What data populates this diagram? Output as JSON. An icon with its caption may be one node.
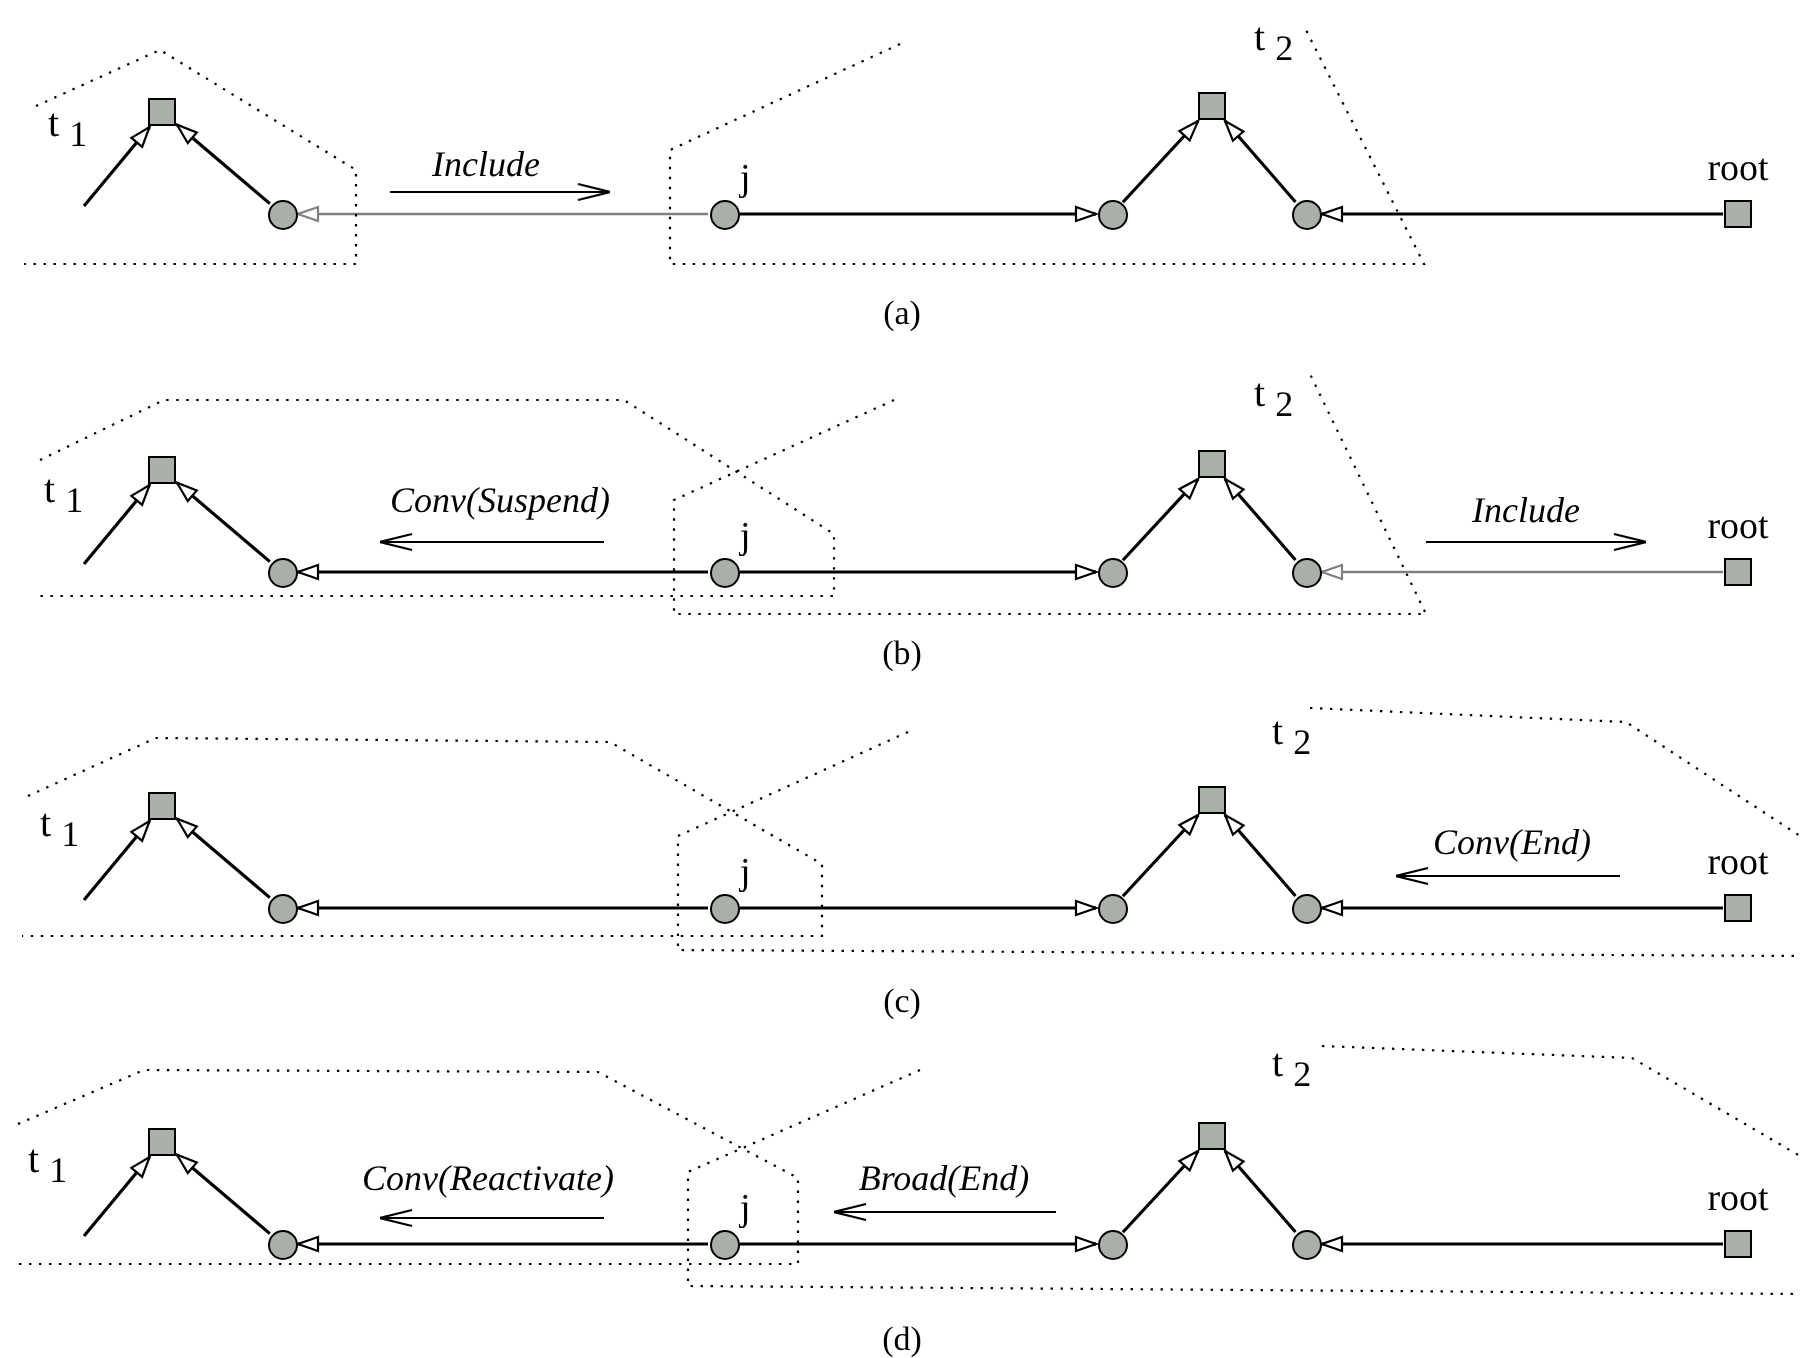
{
  "diagram": {
    "nodes": [
      {
        "text": [
          "t $_{1}$"
        ]
      },
      {
        "text": [],
        "shape": "box",
        "in": 0
      },
      {
        "text": [],
        "shape": "circle",
        "in": 0
      },
      {
        "text": [
          "t $_{2}$"
        ]
      },
      {
        "text": [],
        "shape": "circle",
        "in": 3,
        "beside": [
          "j"
        ]
      },
      {
        "text": [],
        "shape": "circle",
        "in": 3
      },
      {
        "text": [],
        "shape": "box",
        "in": 3
      },
      {
        "text": [],
        "shape": "circle",
        "in": 3
      },
      {
        "text": [],
        "shape": "box",
        "beside": [
          "root"
        ]
      },
      {
        "text": [
          "t $_{1}$"
        ]
      },
      {
        "text": [],
        "shape": "box",
        "in": 9
      },
      {
        "text": [],
        "shape": "circle",
        "in": 9
      },
      {
        "text": [
          "t $_{2}$"
        ]
      },
      {
        "text": [],
        "shape": "circle",
        "beside": [
          "j"
        ]
      },
      {
        "text": [],
        "shape": "circle",
        "in": 12
      },
      {
        "text": [],
        "shape": "box",
        "in": 12
      },
      {
        "text": [],
        "shape": "circle",
        "in": 12
      },
      {
        "text": [],
        "shape": "box",
        "beside": [
          "root"
        ]
      },
      {
        "text": [
          "t $_{1}$"
        ]
      },
      {
        "text": [],
        "shape": "box",
        "in": 18
      },
      {
        "text": [],
        "shape": "circle",
        "in": 18
      },
      {
        "text": [
          "t $_{2}$"
        ]
      },
      {
        "text": [],
        "shape": "circle",
        "beside": [
          "j"
        ]
      },
      {
        "text": [],
        "shape": "circle",
        "in": 21
      },
      {
        "text": [],
        "shape": "box",
        "in": 21
      },
      {
        "text": [],
        "shape": "circle",
        "in": 21
      },
      {
        "text": [],
        "shape": "box",
        "in": 21,
        "beside": [
          "root"
        ]
      },
      {
        "text": [
          "t $_{1}$"
        ]
      },
      {
        "text": [],
        "shape": "box",
        "in": 27
      },
      {
        "text": [],
        "shape": "circle",
        "in": 27
      },
      {
        "text": [
          "t $_{2}$"
        ]
      },
      {
        "text": [],
        "shape": "circle",
        "beside": [
          "j"
        ]
      },
      {
        "text": [],
        "shape": "circle",
        "in": 30
      },
      {
        "text": [],
        "shape": "box",
        "in": 30
      },
      {
        "text": [],
        "shape": "circle",
        "in": 30
      },
      {
        "text": [],
        "shape": "box",
        "in": 30,
        "beside": [
          "root"
        ]
      }
    ],
    "edges": [
      {
        "from": null,
        "to": 1,
        "arrow": "to"
      },
      {
        "from": 2,
        "to": 1,
        "arrow": "to"
      },
      {
        "from": 4,
        "to": 2,
        "arrow": "to",
        "color": "#808080"
      },
      {
        "from": 4,
        "to": 5,
        "arrow": "to"
      },
      {
        "from": 5,
        "to": 6,
        "arrow": "to"
      },
      {
        "from": 7,
        "to": 6,
        "arrow": "to"
      },
      {
        "from": 8,
        "to": 7,
        "arrow": "to"
      },
      {
        "from": null,
        "to": 10,
        "arrow": "to"
      },
      {
        "from": 11,
        "to": 10,
        "arrow": "to"
      },
      {
        "from": 13,
        "to": 11,
        "arrow": "to"
      },
      {
        "from": 13,
        "to": 14,
        "arrow": "to"
      },
      {
        "from": 14,
        "to": 15,
        "arrow": "to"
      },
      {
        "from": 16,
        "to": 15,
        "arrow": "to"
      },
      {
        "from": 17,
        "to": 16,
        "arrow": "to",
        "color": "#808080"
      },
      {
        "from": null,
        "to": 19,
        "arrow": "to"
      },
      {
        "from": 20,
        "to": 19,
        "arrow": "to"
      },
      {
        "from": 22,
        "to": 20,
        "arrow": "to"
      },
      {
        "from": 22,
        "to": 23,
        "arrow": "to"
      },
      {
        "from": 23,
        "to": 24,
        "arrow": "to"
      },
      {
        "from": 25,
        "to": 24,
        "arrow": "to"
      },
      {
        "from": 26,
        "to": 25,
        "arrow": "to"
      },
      {
        "from": null,
        "to": 28,
        "arrow": "to"
      },
      {
        "from": 29,
        "to": 28,
        "arrow": "to"
      },
      {
        "from": 31,
        "to": 29,
        "arrow": "to"
      },
      {
        "from": 31,
        "to": 32,
        "arrow": "to"
      },
      {
        "from": 32,
        "to": 33,
        "arrow": "to"
      },
      {
        "from": 34,
        "to": 33,
        "arrow": "to"
      },
      {
        "from": 35,
        "to": 34,
        "arrow": "to"
      }
    ],
    "labels": [
      "Include",
      "(a)",
      "Conv(Suspend)",
      "Include",
      "(b)",
      "Conv(End)",
      "(c)",
      "Conv(Reactivate)",
      "Broad(End)",
      "(d)"
    ]
  }
}
